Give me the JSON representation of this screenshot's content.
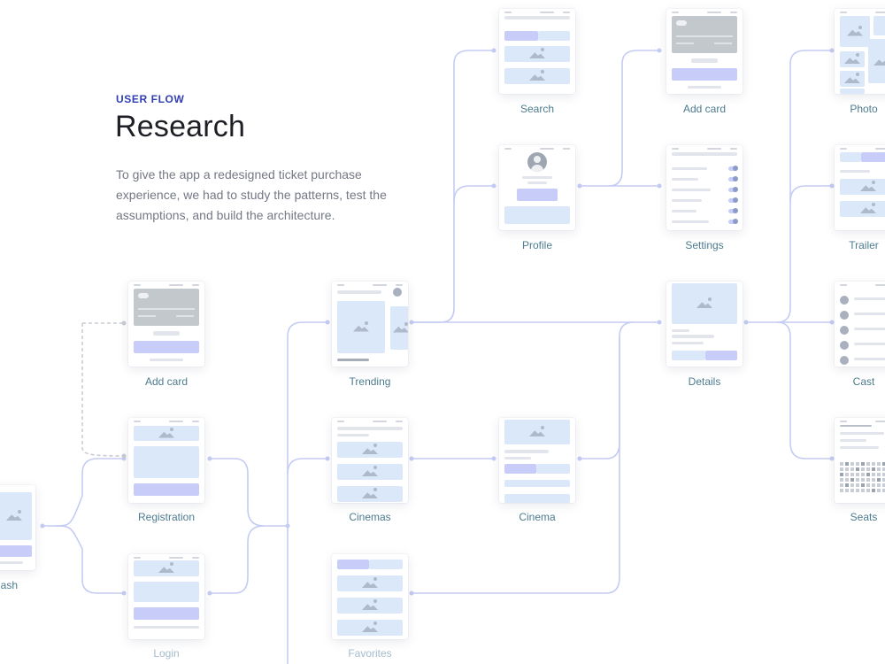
{
  "header": {
    "eyebrow": "USER FLOW",
    "title": "Research",
    "description": "To give the app a redesigned ticket purchase experience, we had to study the patterns, test the assumptions, and build the architecture."
  },
  "screens": {
    "splash": "ash",
    "add_card_left": "Add card",
    "registration": "Registration",
    "login": "Login",
    "trending": "Trending",
    "cinemas": "Cinemas",
    "favorites": "Favorites",
    "search": "Search",
    "profile": "Profile",
    "cinema": "Cinema",
    "add_card_top": "Add card",
    "settings": "Settings",
    "details": "Details",
    "photos": "Photo",
    "trailers": "Trailer",
    "cast": "Cast",
    "seats": "Seats"
  },
  "colors": {
    "connector": "#c5ccf4",
    "accent": "#2f3fb3",
    "placeholder_blue": "#dbe8f9",
    "placeholder_purple": "#c7cdf8",
    "label": "#4d7b8f"
  }
}
